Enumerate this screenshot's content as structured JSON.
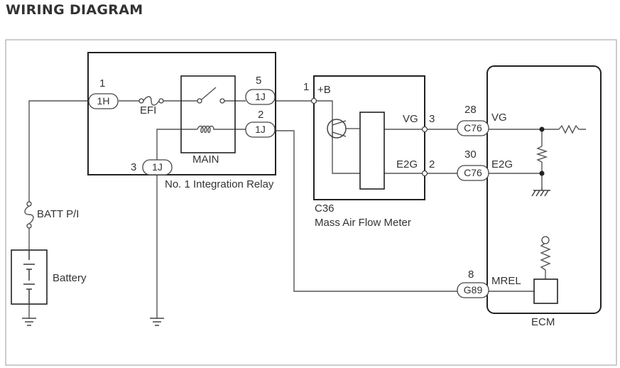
{
  "title": "WIRING DIAGRAM",
  "relay": {
    "name": "No. 1 Integration Relay",
    "fuse_label": "EFI",
    "relay_label": "MAIN",
    "pins": [
      {
        "num": "1",
        "conn": "1H"
      },
      {
        "num": "5",
        "conn": "1J"
      },
      {
        "num": "2",
        "conn": "1J"
      },
      {
        "num": "3",
        "conn": "1J"
      }
    ]
  },
  "batt_fuse_label": "BATT P/I",
  "battery_label": "Battery",
  "maf": {
    "code": "C36",
    "name": "Mass Air Flow Meter",
    "pin_in_num": "1",
    "pin_in_label": "+B",
    "vg_label": "VG",
    "vg_num": "3",
    "e2g_label": "E2G",
    "e2g_num": "2"
  },
  "ecm": {
    "name": "ECM",
    "pins": [
      {
        "num": "28",
        "conn": "C76",
        "label": "VG"
      },
      {
        "num": "30",
        "conn": "C76",
        "label": "E2G"
      },
      {
        "num": "8",
        "conn": "G89",
        "label": "MREL"
      }
    ]
  }
}
